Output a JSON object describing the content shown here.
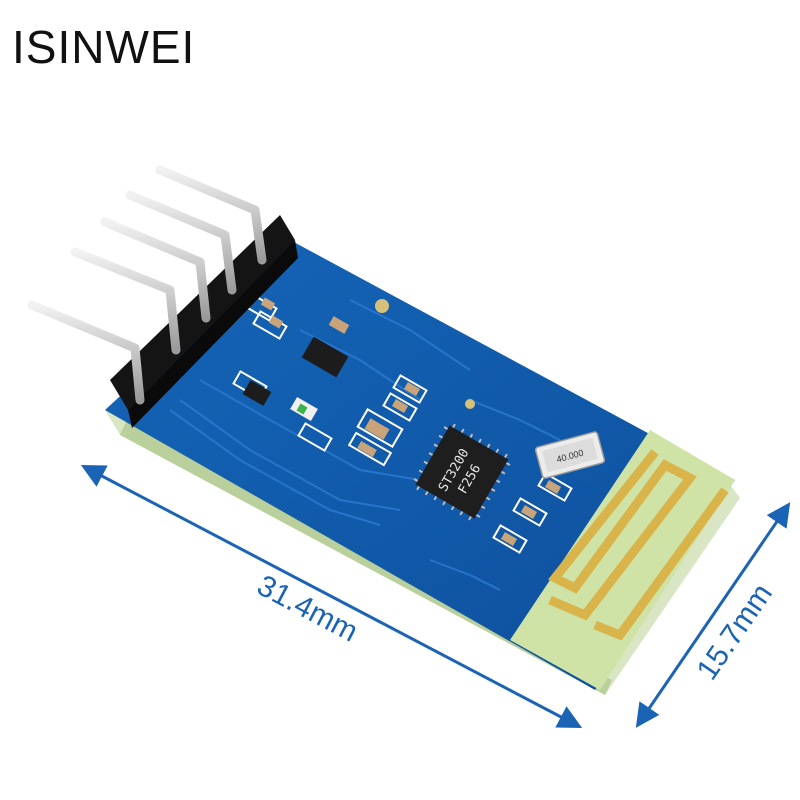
{
  "brand": {
    "name": "ISINWEI"
  },
  "product": {
    "length_label": "31.4mm",
    "width_label": "15.7mm",
    "chip_marking_line1": "ST3200",
    "chip_marking_line2": "F256",
    "crystal_marking": "40.000",
    "pin_count": 5
  },
  "colors": {
    "pcb": "#0f56a8",
    "pcb_dark": "#0a3f80",
    "antenna_panel": "#cfe3a6",
    "antenna_trace": "#d9b44a",
    "dimension_arrow": "#1b63b4",
    "header_plastic": "#111111",
    "pin_metal": "#c9c9c9"
  }
}
